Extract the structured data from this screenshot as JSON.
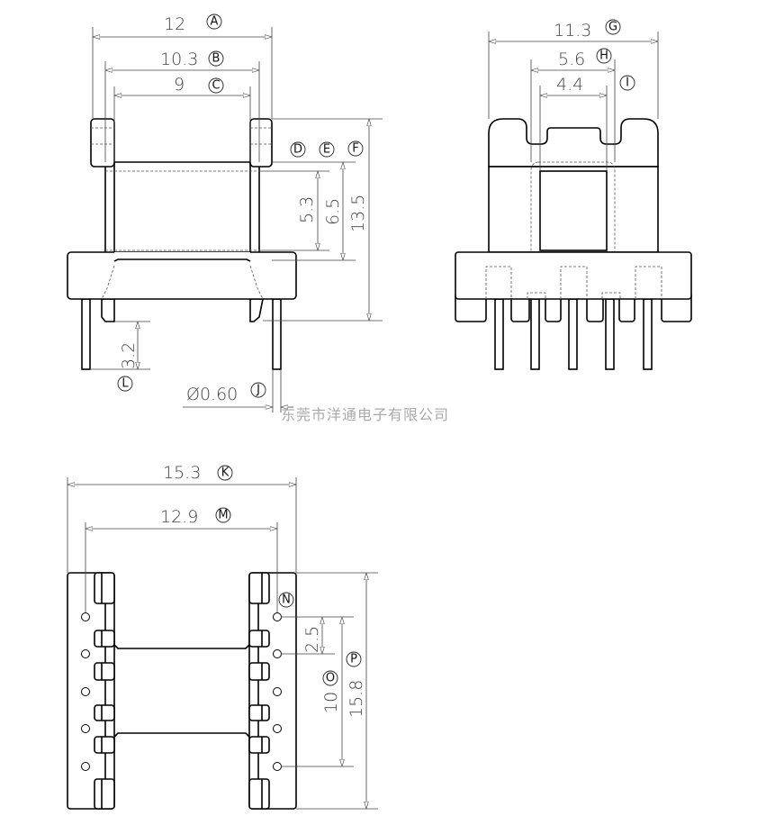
{
  "title": "Coil bobbin technical drawing",
  "front_view": {
    "dims": [
      {
        "letter": "A",
        "value": "12"
      },
      {
        "letter": "B",
        "value": "10.3"
      },
      {
        "letter": "C",
        "value": "9"
      },
      {
        "letter": "D",
        "value": "5.3"
      },
      {
        "letter": "E",
        "value": "6.5"
      },
      {
        "letter": "F",
        "value": "13.5"
      },
      {
        "letter": "L",
        "value": "3.2"
      },
      {
        "letter": "J",
        "value": "Ø0.60"
      }
    ]
  },
  "side_view": {
    "dims": [
      {
        "letter": "G",
        "value": "11.3"
      },
      {
        "letter": "H",
        "value": "5.6"
      },
      {
        "letter": "I",
        "value": "4.4"
      }
    ]
  },
  "bottom_view": {
    "dims": [
      {
        "letter": "K",
        "value": "15.3"
      },
      {
        "letter": "M",
        "value": "12.9"
      },
      {
        "letter": "N",
        "value": "2.5"
      },
      {
        "letter": "O",
        "value": "10"
      },
      {
        "letter": "P",
        "value": "15.8"
      }
    ]
  },
  "watermark": "东莞市洋通电子有限公司",
  "colors": {
    "line": "#000000",
    "dimension": "#444444",
    "watermark": "#aaaaaa"
  }
}
